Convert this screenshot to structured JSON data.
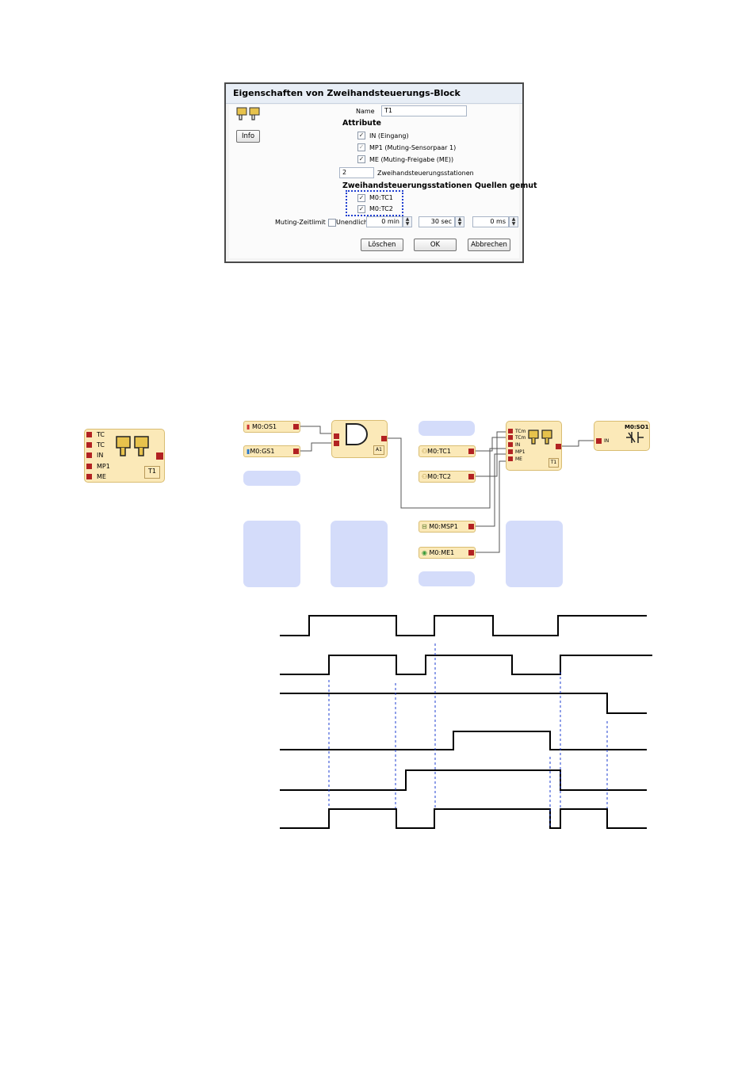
{
  "dialog": {
    "title": "Eigenschaften von Zweihandsteuerungs-Block",
    "name_label": "Name",
    "name_value": "T1",
    "attribute_heading": "Attribute",
    "info_button": "Info",
    "attributes": [
      {
        "label": "IN (Eingang)",
        "checked": true
      },
      {
        "label": "MP1 (Muting-Sensorpaar 1)",
        "checked": true
      },
      {
        "label": "ME (Muting-Freigabe (ME))",
        "checked": true
      }
    ],
    "stations_value": "2",
    "stations_label": "Zweihandsteuerungsstationen",
    "sources_heading": "Zweihandsteuerungsstationen Quellen gemut",
    "sources": [
      {
        "label": "M0:TC1",
        "checked": true
      },
      {
        "label": "M0:TC2",
        "checked": true
      }
    ],
    "muting_label": "Muting-Zeitlimit",
    "unendlich_label": "Unendlich",
    "min_value": "0 min",
    "sec_value": "30 sec",
    "ms_value": "0 ms",
    "delete_button": "Löschen",
    "ok_button": "OK",
    "cancel_button": "Abbrechen",
    "highlight_color": "#1f3fd0"
  },
  "block_symbol": {
    "inputs": [
      "TC",
      "TC",
      "IN",
      "MP1",
      "ME"
    ],
    "name": "T1"
  },
  "diagram": {
    "os1": "M0:OS1",
    "gs1": "M0:GS1",
    "and_name": "A1",
    "tc1": "M0:TC1",
    "tc2": "M0:TC2",
    "msp1": "M0:MSP1",
    "me1": "M0:ME1",
    "t1_inputs": [
      "TCm",
      "TCm",
      "IN",
      "MP1",
      "ME"
    ],
    "t1_name": "T1",
    "so1": "M0:SO1",
    "so1_in": "IN",
    "pin_color": "#b22222",
    "block_color": "#fbe9b8",
    "placeholder_color": "#d4dcfa"
  },
  "timing": {
    "signal_color": "#000000",
    "marker_color": "#1f3fd0"
  }
}
